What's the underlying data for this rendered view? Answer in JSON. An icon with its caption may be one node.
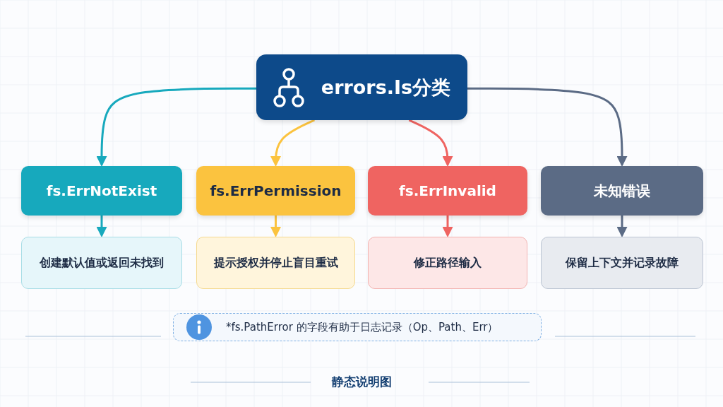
{
  "diagram": {
    "caption": "静态说明图",
    "nodes": [
      {
        "text": [
          "errors.Is分类"
        ]
      },
      {
        "text": [
          "fs.ErrNotExist"
        ]
      },
      {
        "text": [
          "fs.ErrPermission"
        ]
      },
      {
        "text": [
          "fs.ErrInvalid"
        ]
      },
      {
        "text": [
          "未知错误"
        ]
      },
      {
        "text": [
          "创建默认值或返回未找到"
        ]
      },
      {
        "text": [
          "提示授权并停止盲目重试"
        ]
      },
      {
        "text": [
          "修正路径输入"
        ]
      },
      {
        "text": [
          "保留上下文并记录故障"
        ]
      },
      {
        "text": [
          "*fs.PathError 的字段有助于日志记录（Op、Path、Err）"
        ]
      }
    ],
    "edges": [
      {
        "from": 0,
        "to": 1,
        "arrow": "to",
        "color": "#17a9bd"
      },
      {
        "from": 0,
        "to": 2,
        "arrow": "to",
        "color": "#fbc33f"
      },
      {
        "from": 0,
        "to": 3,
        "arrow": "to",
        "color": "#ef6461"
      },
      {
        "from": 0,
        "to": 4,
        "arrow": "to",
        "color": "#5b6b85"
      },
      {
        "from": 1,
        "to": 5,
        "arrow": "to",
        "color": "#17a9bd"
      },
      {
        "from": 2,
        "to": 6,
        "arrow": "to",
        "color": "#fbc33f"
      },
      {
        "from": 3,
        "to": 7,
        "arrow": "to",
        "color": "#ef6461"
      },
      {
        "from": 4,
        "to": 8,
        "arrow": "to",
        "color": "#5b6b85"
      }
    ]
  }
}
